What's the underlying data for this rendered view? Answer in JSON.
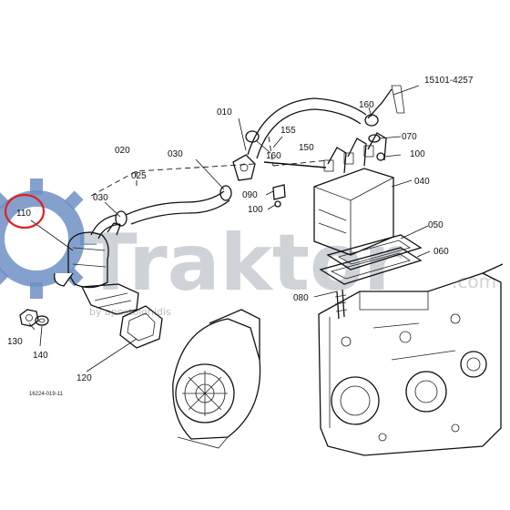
{
  "watermark": {
    "brand": "Traktor",
    "domain": ".com",
    "byline": "by apostolonidis",
    "gear_color": "#6f90c4",
    "text_color": "#cfd3d8"
  },
  "highlight": {
    "part_number": "110",
    "circle_color": "#e02020"
  },
  "part_labels": {
    "p010": "010",
    "p020": "020",
    "p025": "025",
    "p030a": "030",
    "p030b": "030",
    "p040": "040",
    "p050": "050",
    "p060": "060",
    "p070": "070",
    "p080": "080",
    "p090": "090",
    "p100a": "100",
    "p100b": "100",
    "p120": "120",
    "p130": "130",
    "p140": "140",
    "p150": "150",
    "p155": "155",
    "p160a": "160",
    "p160b": "160",
    "ref": "15101-4257"
  },
  "diagram_code": "16224-019-11"
}
